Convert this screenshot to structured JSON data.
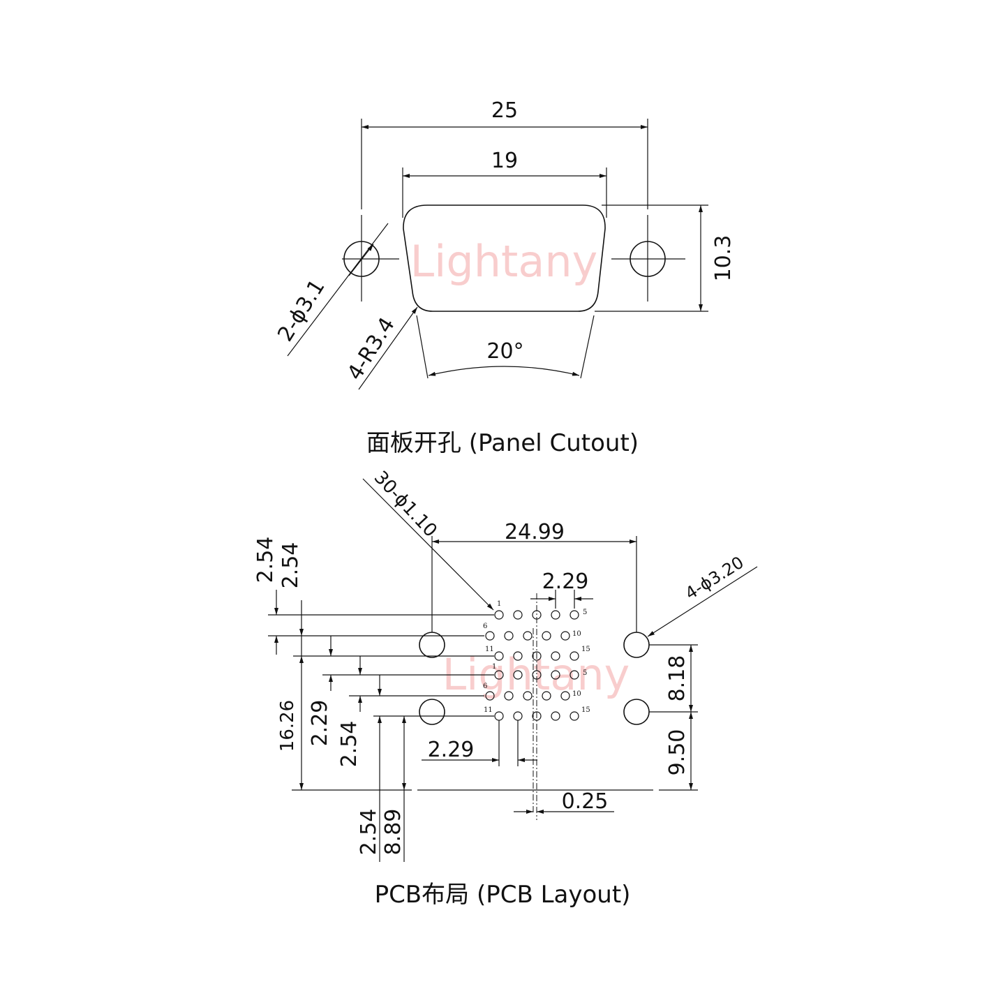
{
  "watermark": "Lightany",
  "panel_cutout": {
    "caption": "面板开孔 (Panel Cutout)",
    "dims": {
      "overall_width": "25",
      "cutout_width": "19",
      "height": "10.3",
      "holes": "2-ϕ3.1",
      "radius": "4-R3.4",
      "angle": "20°"
    }
  },
  "pcb_layout": {
    "caption": "PCB布局 (PCB Layout)",
    "dims": {
      "pin_holes": "30-ϕ1.10",
      "mount_pitch": "24.99",
      "mount_holes": "4-ϕ3.20",
      "top_pitch": "2.29",
      "v_254_a": "2.54",
      "v_254_b": "2.54",
      "v_1626": "16.26",
      "v_229": "2.29",
      "v_254_c": "2.54",
      "bottom_pitch": "2.29",
      "offset_025": "0.25",
      "v_254_d": "2.54",
      "v_889": "8.89",
      "r_818": "8.18",
      "r_950": "9.50"
    },
    "pin_labels": {
      "row1_start": "1",
      "row1_end": "5",
      "row2_start": "6",
      "row2_end": "10",
      "row3_start": "11",
      "row3_end": "15",
      "row4_start": "1",
      "row4_end": "5",
      "row5_start": "6",
      "row5_end": "10",
      "row6_start": "11",
      "row6_end": "15"
    }
  }
}
